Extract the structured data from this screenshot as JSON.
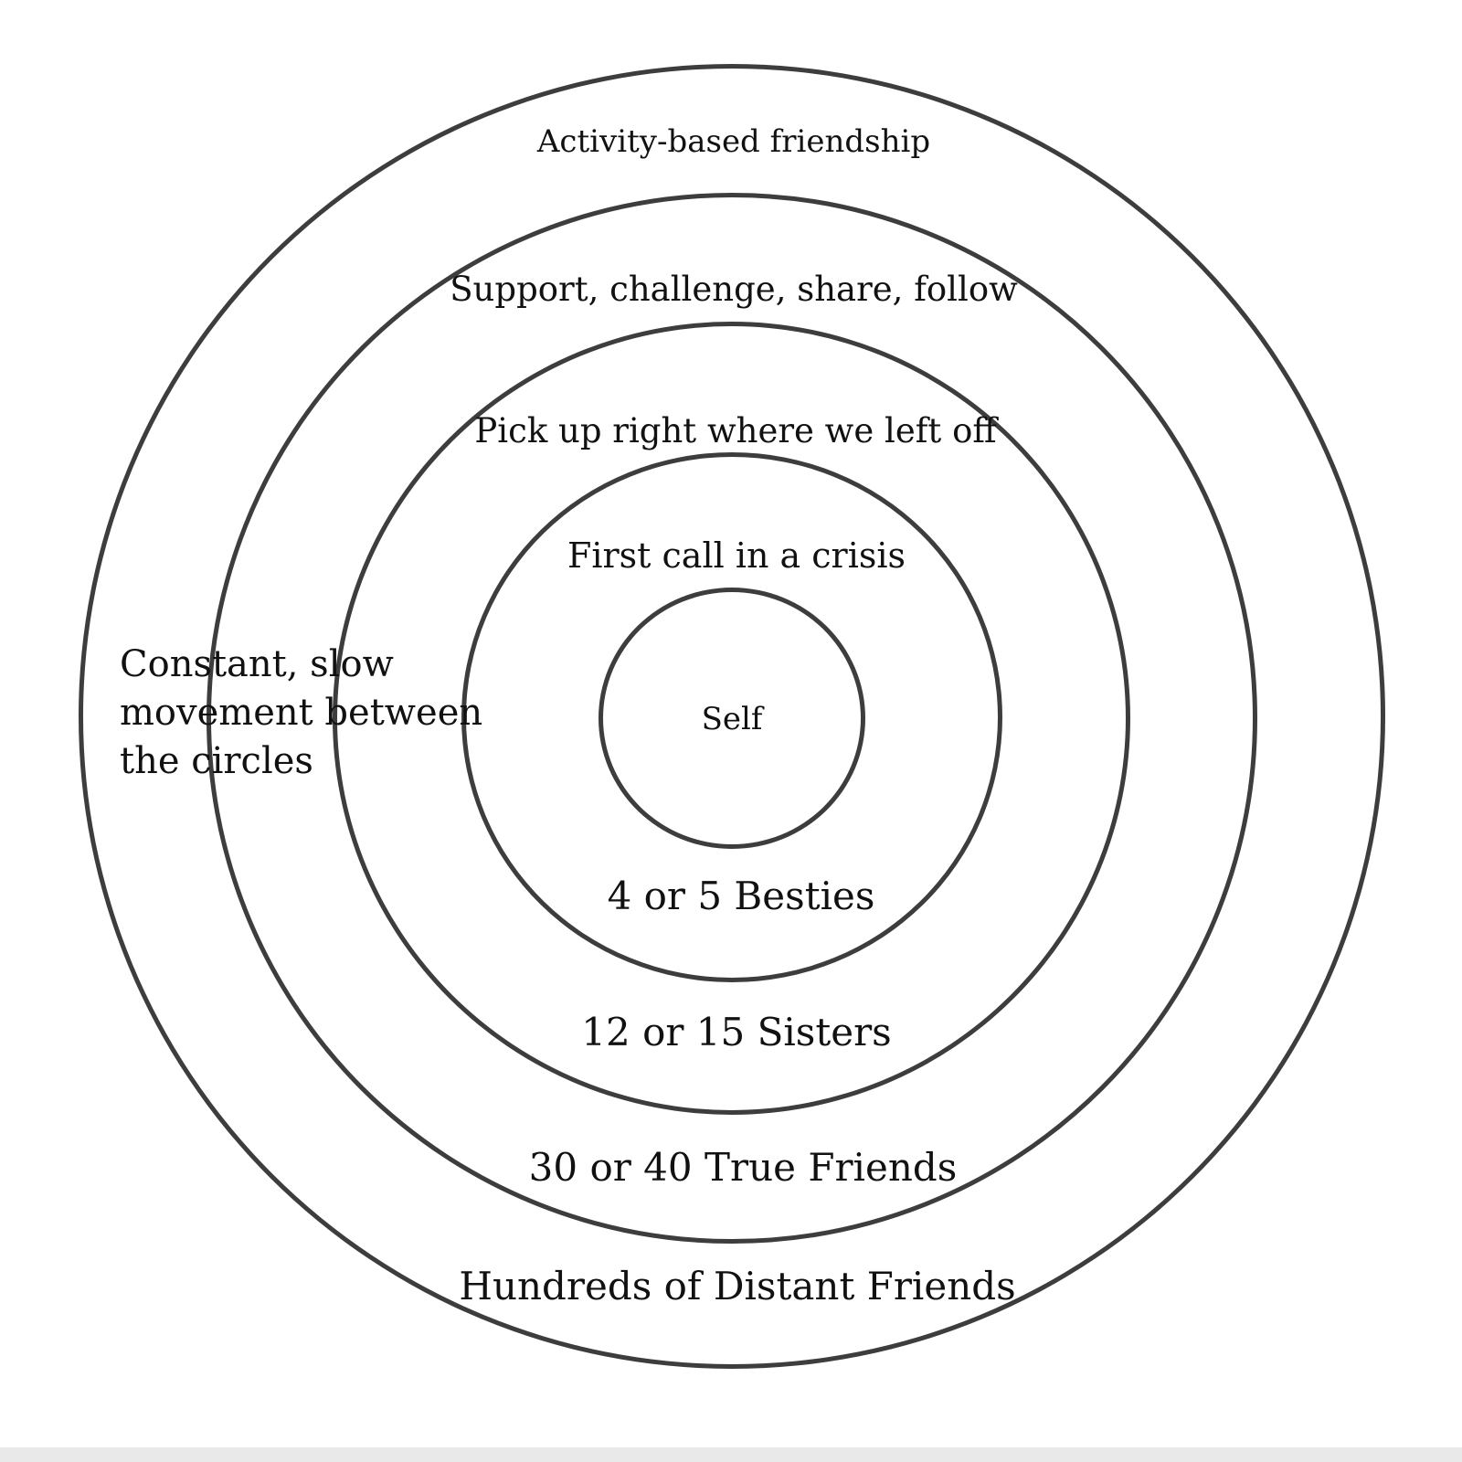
{
  "diagram": {
    "ring_color": "#3d3d3d",
    "zone_labels": {
      "activity": "Activity-based friendship",
      "support": "Support, challenge, share, follow",
      "pickup": "Pick up right where we left off",
      "first_call": "First call in a crisis",
      "self": "Self"
    },
    "group_labels": {
      "besties": "4 or 5 Besties",
      "sisters": "12 or 15 Sisters",
      "true_friends": "30 or 40 True Friends",
      "distant_friends": "Hundreds of Distant Friends"
    },
    "side_note": {
      "lines": [
        "Constant, slow",
        "movement between",
        "the circles"
      ]
    }
  }
}
